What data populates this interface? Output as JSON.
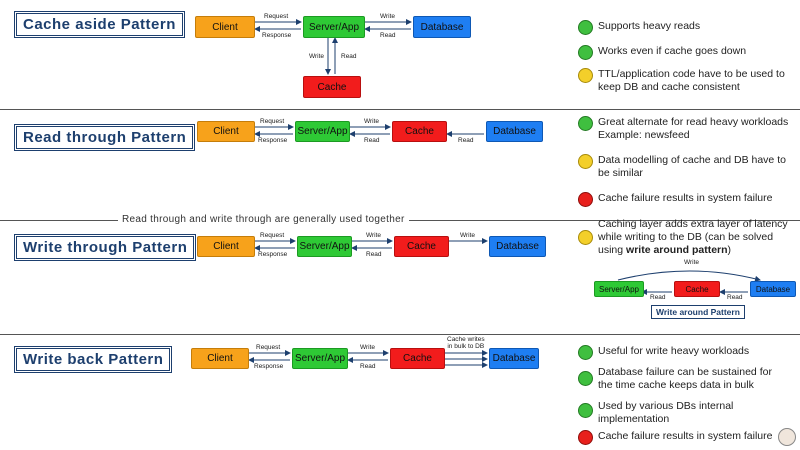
{
  "patterns": {
    "cache_aside": {
      "title": "Cache aside Pattern",
      "client": "Client",
      "server": "Server/App",
      "database": "Database",
      "cache": "Cache",
      "request": "Request",
      "response": "Response",
      "write_db": "Write",
      "read_db": "Read",
      "write_cache": "Write",
      "read_cache": "Read",
      "points": [
        {
          "status": "good",
          "text": "Supports heavy reads"
        },
        {
          "status": "good",
          "text": "Works even if cache goes down"
        },
        {
          "status": "neutral",
          "line1": "TTL/application code have to be used to",
          "line2": "keep DB and cache consistent"
        }
      ]
    },
    "read_through": {
      "title": "Read through Pattern",
      "client": "Client",
      "server": "Server/App",
      "cache": "Cache",
      "database": "Database",
      "request": "Request",
      "response": "Response",
      "write": "Write",
      "read": "Read",
      "read2": "Read",
      "points": [
        {
          "status": "good",
          "line1": "Great alternate for read heavy workloads",
          "line2": "Example: newsfeed"
        },
        {
          "status": "neutral",
          "line1": "Data modelling of cache and DB have to",
          "line2": "be similar"
        },
        {
          "status": "bad",
          "text": "Cache failure results in system failure"
        }
      ]
    },
    "note": "Read through and write through are generally used together",
    "write_through": {
      "title": "Write through Pattern",
      "client": "Client",
      "server": "Server/App",
      "cache": "Cache",
      "database": "Database",
      "request": "Request",
      "response": "Response",
      "write": "Write",
      "read": "Read",
      "write2": "Write",
      "points": [
        {
          "status": "neutral",
          "line1": "Caching layer adds extra layer of latency",
          "line2": "while writing to the DB (can be solved",
          "line3_pre": "using ",
          "line3_bold": "write around pattern",
          "line3_post": ")"
        }
      ],
      "write_around": {
        "server": "Server/App",
        "cache": "Cache",
        "database": "Database",
        "write": "Write",
        "read_left": "Read",
        "read_right": "Read",
        "title": "Write around Pattern"
      }
    },
    "write_back": {
      "title": "Write back Pattern",
      "client": "Client",
      "server": "Server/App",
      "cache": "Cache",
      "database": "Database",
      "request": "Request",
      "response": "Response",
      "write": "Write",
      "read": "Read",
      "bulk1": "Cache writes",
      "bulk2": "in bulk to DB",
      "points": [
        {
          "status": "good",
          "text": "Useful for write heavy workloads"
        },
        {
          "status": "good",
          "line1": "Database failure can be sustained for",
          "line2": "the time cache keeps data in bulk"
        },
        {
          "status": "good",
          "line1": "Used by various DBs internal",
          "line2": "implementation"
        },
        {
          "status": "bad",
          "text": "Cache failure results in system failure"
        }
      ]
    }
  },
  "colors": {
    "client": "#f7a21b",
    "server": "#2ec935",
    "cache": "#f21c1c",
    "database": "#1e7ef2",
    "title": "#1d3f6e",
    "arrow": "#1d3f6e"
  }
}
